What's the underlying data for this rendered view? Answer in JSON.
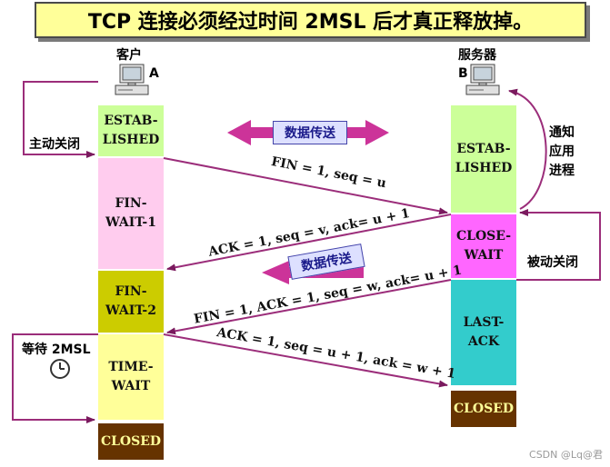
{
  "title": "TCP 连接必须经过时间 2MSL 后才真正释放掉。",
  "client": {
    "label": "客户",
    "letter": "A"
  },
  "server": {
    "label": "服务器",
    "letter": "B"
  },
  "client_states": [
    {
      "text": "ESTAB-\nLISHED",
      "color": "#ccff99"
    },
    {
      "text": "FIN-\nWAIT-1",
      "color": "#ffccee"
    },
    {
      "text": "FIN-\nWAIT-2",
      "color": "#cccc00"
    },
    {
      "text": "TIME-\nWAIT",
      "color": "#ffff99"
    },
    {
      "text": "CLOSED",
      "color": "#663300"
    }
  ],
  "server_states": [
    {
      "text": "ESTAB-\nLISHED",
      "color": "#ccff99"
    },
    {
      "text": "CLOSE-\nWAIT",
      "color": "#ff66ff"
    },
    {
      "text": "LAST-\nACK",
      "color": "#33cccc"
    },
    {
      "text": "CLOSED",
      "color": "#663300"
    }
  ],
  "labels": {
    "active_close": "主动关闭",
    "passive_close": "被动关闭",
    "notify_app": "通知\n应用\n进程",
    "wait_2msl": "等待 2MSL"
  },
  "data_transfer": "数据传送",
  "messages": {
    "fin": "FIN = 1, seq = u",
    "ack1": "ACK = 1, seq = v, ack= u + 1",
    "fin2": "FIN = 1, ACK = 1, seq = w, ack= u + 1",
    "ack2": "ACK = 1, seq = u + 1, ack = w + 1"
  },
  "colors": {
    "title_bg": "#ffff99",
    "arrow": "#8b1a6b",
    "line": "#9b2d7a"
  },
  "watermark": "CSDN @Lq@君"
}
